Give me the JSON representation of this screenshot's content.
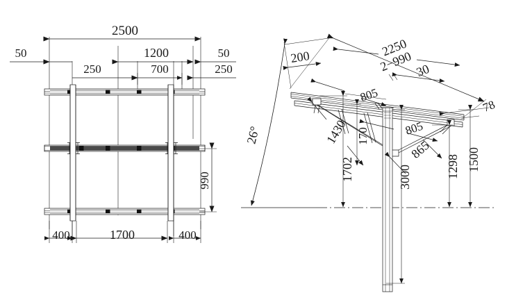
{
  "drawing": {
    "title": "Solar PV Mounting Structure - Front and Side Elevation",
    "units": "mm",
    "line_color": "#1a1a1a",
    "fill_dark": "#4a4a4a",
    "fill_light": "#f2f2f2"
  },
  "front_view": {
    "name": "front-elevation",
    "dimensions": {
      "overall_width": "2500",
      "left_overhang": "50",
      "right_overhang": "50",
      "inner_span": "1200",
      "left_module": "250",
      "center_gap": "700",
      "right_module": "250",
      "bottom_left": "400",
      "bottom_center": "1700",
      "bottom_right": "400",
      "rail_spacing": "990"
    }
  },
  "side_view": {
    "name": "side-elevation",
    "dimensions": {
      "tilt_angle": "26°",
      "top_overhang": "200",
      "module_run": "2−990",
      "panel_length": "2250",
      "module_gap": "30",
      "upper_brace": "805",
      "lower_brace": "805",
      "rear_edge": "78",
      "diagonal_long": "1430",
      "short_offset": "170",
      "front_height": "1702",
      "post_length": "3000",
      "rear_brace": "865",
      "rear_height": "1298",
      "overall_height": "1500"
    }
  }
}
